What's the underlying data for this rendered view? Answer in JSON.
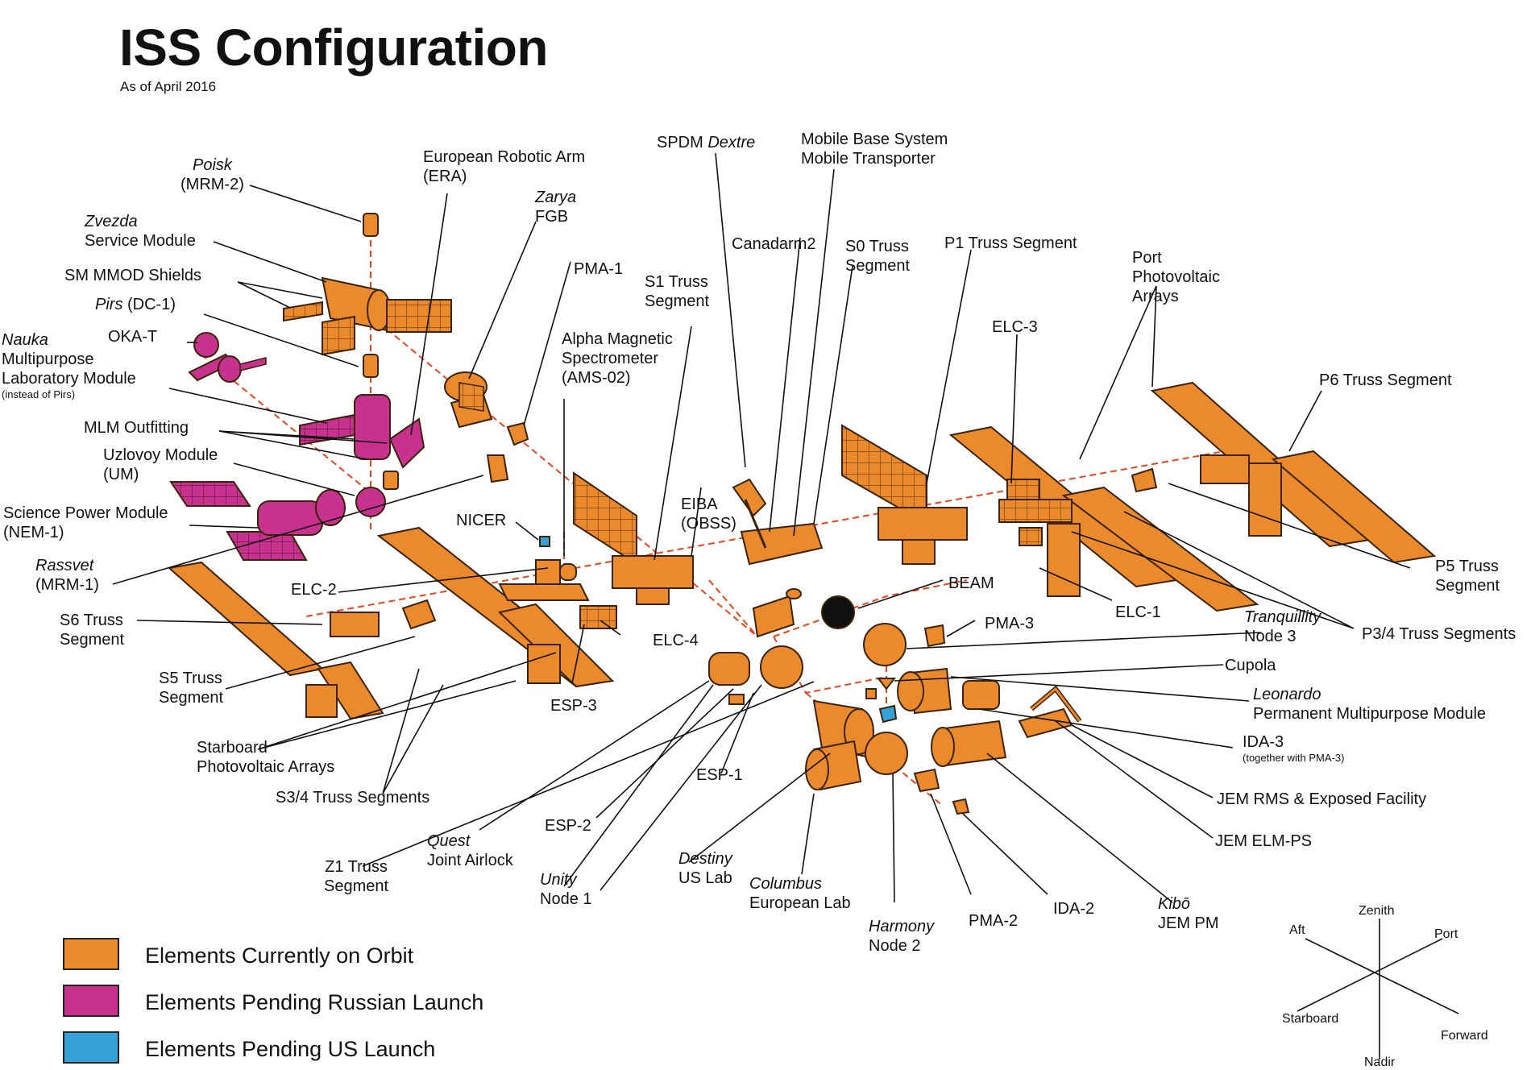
{
  "header": {
    "title": "ISS Configuration",
    "subtitle": "As of April 2016"
  },
  "colors": {
    "orbit": "#EB8A2C",
    "russian": "#C8328F",
    "us": "#35A2D8",
    "outline": "#3a2308",
    "leader": "#111111",
    "dashed": "#E8451C"
  },
  "labels": {
    "poisk": {
      "it": "Poisk",
      "l1": "(MRM-2)"
    },
    "zvezda": {
      "it": "Zvezda",
      "l1": "Service Module"
    },
    "sm_mmod": {
      "l1": "SM MMOD Shields"
    },
    "pirs": {
      "it": "Pirs",
      "l1": " (DC-1)"
    },
    "okat": {
      "l1": "OKA-T"
    },
    "nauka": {
      "it": "Nauka",
      "l1": "Multipurpose",
      "l2": "Laboratory Module",
      "sm": "(instead of Pirs)"
    },
    "mlm": {
      "l1": "MLM Outfitting"
    },
    "uzlovoy": {
      "l1": "Uzlovoy Module",
      "l2": "(UM)"
    },
    "spm": {
      "l1": "Science Power Module",
      "l2": "(NEM-1)"
    },
    "rassvet": {
      "it": "Rassvet",
      "l1": "(MRM-1)"
    },
    "era": {
      "l1": "European Robotic Arm",
      "l2": "(ERA)"
    },
    "zarya": {
      "it": "Zarya",
      "l1": "FGB"
    },
    "pma1": {
      "l1": "PMA-1"
    },
    "s1": {
      "l1": "S1 Truss",
      "l2": "Segment"
    },
    "ams": {
      "l1": "Alpha Magnetic",
      "l2": "Spectrometer",
      "l3": "(AMS-02)"
    },
    "spdm": {
      "l1": "SPDM ",
      "it": "Dextre"
    },
    "mbs": {
      "l1": "Mobile Base System",
      "l2": "Mobile Transporter"
    },
    "canadarm": {
      "l1": "Canadarm2"
    },
    "s0": {
      "l1": "S0 Truss",
      "l2": "Segment"
    },
    "p1": {
      "l1": "P1 Truss Segment"
    },
    "ppa": {
      "l1": "Port",
      "l2": "Photovoltaic",
      "l3": "Arrays"
    },
    "elc3": {
      "l1": "ELC-3"
    },
    "p6": {
      "l1": "P6 Truss Segment"
    },
    "nicer": {
      "l1": "NICER"
    },
    "eiba": {
      "l1": "EIBA",
      "l2": "(OBSS)"
    },
    "elc2": {
      "l1": "ELC-2"
    },
    "s6": {
      "l1": "S6 Truss",
      "l2": "Segment"
    },
    "elc4": {
      "l1": "ELC-4"
    },
    "s5": {
      "l1": "S5 Truss",
      "l2": "Segment"
    },
    "esp3": {
      "l1": "ESP-3"
    },
    "spa": {
      "l1": "Starboard",
      "l2": "Photovoltaic Arrays"
    },
    "s34": {
      "l1": "S3/4 Truss Segments"
    },
    "beam": {
      "l1": "BEAM"
    },
    "pma3": {
      "l1": "PMA-3"
    },
    "elc1": {
      "l1": "ELC-1"
    },
    "p5": {
      "l1": "P5 Truss",
      "l2": "Segment"
    },
    "p34": {
      "l1": "P3/4 Truss Segments"
    },
    "tranquility": {
      "it": "Tranquillity",
      "l1": "Node 3"
    },
    "cupola": {
      "l1": "Cupola"
    },
    "leonardo": {
      "it": "Leonardo",
      "l1": "Permanent Multipurpose Module"
    },
    "ida3": {
      "l1": "IDA-3",
      "sm": "(together with PMA-3)"
    },
    "jemrms": {
      "l1": "JEM RMS & Exposed Facility"
    },
    "jemelm": {
      "l1": "JEM ELM-PS"
    },
    "esp1": {
      "l1": "ESP-1"
    },
    "esp2": {
      "l1": "ESP-2"
    },
    "z1": {
      "l1": "Z1 Truss",
      "l2": "Segment"
    },
    "quest": {
      "it": "Quest",
      "l1": "Joint Airlock"
    },
    "unity": {
      "it": "Unity",
      "l1": "Node 1"
    },
    "destiny": {
      "it": "Destiny",
      "l1": "US Lab"
    },
    "columbus": {
      "it": "Columbus",
      "l1": "European Lab"
    },
    "harmony": {
      "it": "Harmony",
      "l1": "Node 2"
    },
    "pma2": {
      "l1": "PMA-2"
    },
    "ida2": {
      "l1": "IDA-2"
    },
    "kibo": {
      "it": "Kibō",
      "l1": "JEM PM"
    }
  },
  "legend": [
    {
      "label": "Elements Currently on Orbit",
      "color": "#EB8A2C"
    },
    {
      "label": "Elements Pending Russian Launch",
      "color": "#C8328F"
    },
    {
      "label": "Elements Pending US Launch",
      "color": "#35A2D8"
    }
  ],
  "axes": {
    "zenith": "Zenith",
    "nadir": "Nadir",
    "aft": "Aft",
    "forward": "Forward",
    "port": "Port",
    "starboard": "Starboard"
  }
}
